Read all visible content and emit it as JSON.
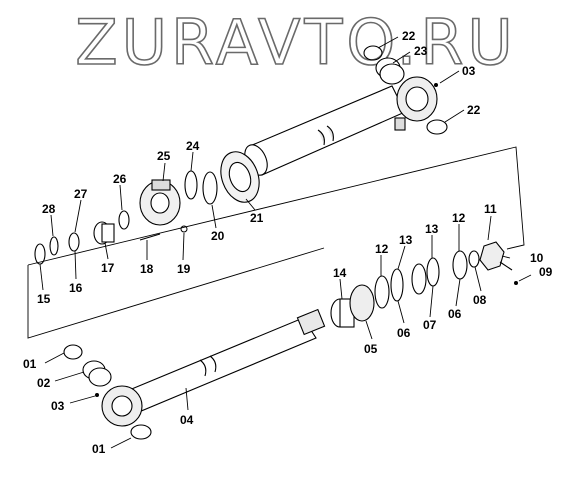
{
  "watermark": "ZURAVTO.RU",
  "callouts": [
    {
      "id": "c-22a",
      "text": "22"
    },
    {
      "id": "c-23",
      "text": "23"
    },
    {
      "id": "c-03a",
      "text": "03"
    },
    {
      "id": "c-22b",
      "text": "22"
    },
    {
      "id": "c-25",
      "text": "25"
    },
    {
      "id": "c-24",
      "text": "24"
    },
    {
      "id": "c-26",
      "text": "26"
    },
    {
      "id": "c-27",
      "text": "27"
    },
    {
      "id": "c-28",
      "text": "28"
    },
    {
      "id": "c-20",
      "text": "20"
    },
    {
      "id": "c-21",
      "text": "21"
    },
    {
      "id": "c-17",
      "text": "17"
    },
    {
      "id": "c-18",
      "text": "18"
    },
    {
      "id": "c-19",
      "text": "19"
    },
    {
      "id": "c-16",
      "text": "16"
    },
    {
      "id": "c-15",
      "text": "15"
    },
    {
      "id": "c-11",
      "text": "11"
    },
    {
      "id": "c-12a",
      "text": "12"
    },
    {
      "id": "c-13a",
      "text": "13"
    },
    {
      "id": "c-13b",
      "text": "13"
    },
    {
      "id": "c-12b",
      "text": "12"
    },
    {
      "id": "c-14",
      "text": "14"
    },
    {
      "id": "c-10",
      "text": "10"
    },
    {
      "id": "c-09",
      "text": "09"
    },
    {
      "id": "c-08",
      "text": "08"
    },
    {
      "id": "c-06a",
      "text": "06"
    },
    {
      "id": "c-07",
      "text": "07"
    },
    {
      "id": "c-06b",
      "text": "06"
    },
    {
      "id": "c-05",
      "text": "05"
    },
    {
      "id": "c-01a",
      "text": "01"
    },
    {
      "id": "c-02",
      "text": "02"
    },
    {
      "id": "c-03b",
      "text": "03"
    },
    {
      "id": "c-04",
      "text": "04"
    },
    {
      "id": "c-01b",
      "text": "01"
    }
  ]
}
